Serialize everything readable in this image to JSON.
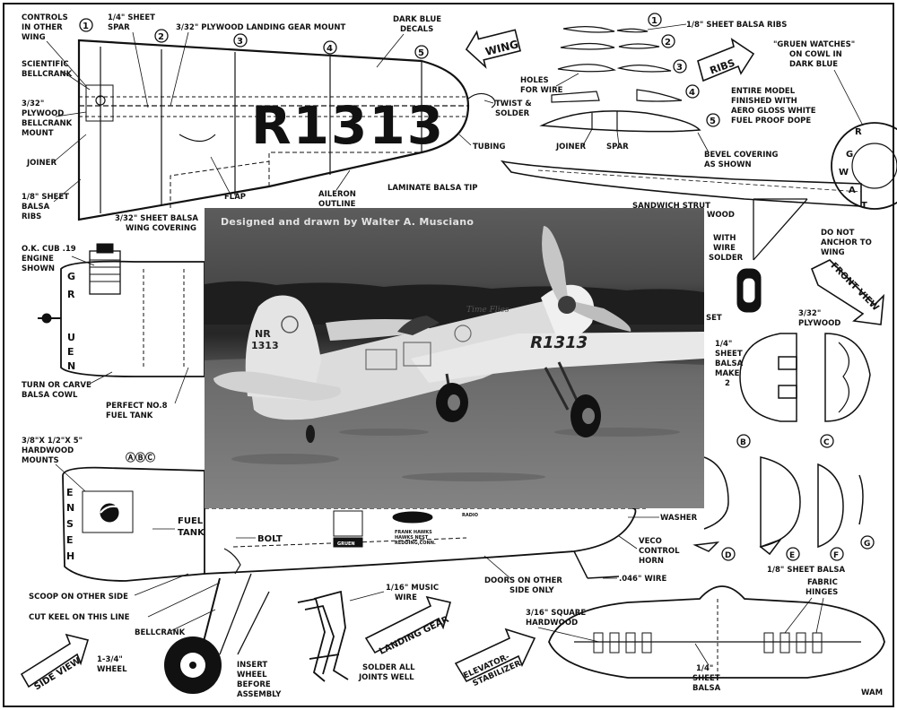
{
  "credit": "Designed and drawn by Walter A. Musciano",
  "plan_labels": {
    "controls": "CONTROLS",
    "in_other": "IN OTHER",
    "wing_small": "WING",
    "sheet_spar_1": "1/4\" SHEET",
    "sheet_spar_2": "SPAR",
    "plywood_lg_mount": "3/32\" PLYWOOD LANDING GEAR MOUNT",
    "dark_blue": "DARK BLUE",
    "decals": "DECALS",
    "wing_arrow": "WING",
    "scientific": "SCIENTIFIC",
    "bellcrank_top": "BELLCRANK",
    "ply32": "3/32\"",
    "plywood": "PLYWOOD",
    "bellcrank2": "BELLCRANK",
    "mount": "MOUNT",
    "joiner_left": "JOINER",
    "sheet18": "1/8\" SHEET",
    "balsa": "BALSA",
    "ribs_lower": "RIBS",
    "wing_covering_1": "3/32\" SHEET BALSA",
    "wing_covering_2": "WING COVERING",
    "flap": "FLAP",
    "aileron_1": "AILERON",
    "aileron_2": "OUTLINE",
    "laminate_tip": "LAMINATE BALSA TIP",
    "tubing": "TUBING",
    "twist_1": "TWIST &",
    "twist_2": "SOLDER",
    "wing_reg": "R1313",
    "ribs_title": "1/8\" SHEET BALSA RIBS",
    "holes_1": "HOLES",
    "holes_2": "FOR WIRE",
    "ribs_arrow": "RIBS",
    "joiner_rib": "JOINER",
    "spar_rib": "SPAR",
    "bevel_1": "BEVEL COVERING",
    "bevel_2": "AS SHOWN",
    "gruen_1": "\"GRUEN WATCHES\"",
    "gruen_2": "ON COWL IN",
    "gruen_3": "DARK BLUE",
    "finish_1": "ENTIRE MODEL",
    "finish_2": "FINISHED WITH",
    "finish_3": "AERO GLOSS WHITE",
    "finish_4": "FUEL PROOF DOPE",
    "sandwich_strut": "SANDWICH STRUT",
    "with": "WITH",
    "wire_r": "WIRE",
    "solder_r": "SOLDER",
    "wood_r": "WOOD",
    "do_not_1": "DO NOT",
    "do_not_2": "ANCHOR TO",
    "do_not_3": "WING",
    "front_view": "FRONT VIEW",
    "cub_1": "O.K. CUB .19",
    "cub_2": "ENGINE",
    "cub_3": "SHOWN",
    "turn_1": "TURN OR CARVE",
    "turn_2": "BALSA COWL",
    "perfect_1": "PERFECT NO.8",
    "perfect_2": "FUEL TANK",
    "set_r": "SET",
    "ply_r_1": "3/32\"",
    "ply_r_2": "PLYWOOD",
    "sheet14_1": "1/4\"",
    "sheet14_2": "SHEET",
    "sheet14_3": "BALSA",
    "sheet14_4": "MAKE",
    "sheet14_5": "2",
    "hardwood_1": "3/8\"X 1/2\"X 5\"",
    "hardwood_2": "HARDWOOD",
    "hardwood_3": "MOUNTS",
    "fuel_1": "FUEL",
    "fuel_2": "TANK",
    "bolt": "BOLT",
    "washer": "WASHER",
    "veco_1": "VECO",
    "veco_2": "CONTROL",
    "veco_3": "HORN",
    "sheet_balsa_br": "1/8\" SHEET BALSA",
    "wire046": ".046\" WIRE",
    "doors_1": "DOORS ON OTHER",
    "doors_2": "SIDE ONLY",
    "music_1": "1/16\" MUSIC",
    "music_2": "WIRE",
    "scoop": "SCOOP ON OTHER SIDE",
    "keel": "CUT KEEL ON THIS LINE",
    "bellcrank_low": "BELLCRANK",
    "side_view": "SIDE VIEW",
    "wheel_1": "1-3/4\"",
    "wheel_2": "WHEEL",
    "insert_1": "INSERT",
    "insert_2": "WHEEL",
    "insert_3": "BEFORE",
    "insert_4": "ASSEMBLY",
    "landing_gear": "LANDING GEAR",
    "solder_1": "SOLDER ALL",
    "solder_2": "JOINTS WELL",
    "elevator_1": "ELEVATOR-",
    "elevator_2": "STABILIZER",
    "sq_1": "3/16\" SQUARE",
    "sq_2": "HARDWOOD",
    "fabric_1": "FABRIC",
    "fabric_2": "HINGES",
    "stab_1": "1/4\"",
    "stab_2": "SHEET",
    "stab_3": "BALSA",
    "wam": "WAM",
    "letters_abc": "ⒶⒷⒸ",
    "b": "B",
    "c": "C",
    "d": "D",
    "e": "E",
    "f": "F",
    "g": "G",
    "n1": "1",
    "n2": "2",
    "n3": "3",
    "n4": "4",
    "n5": "5",
    "gruen_side": "GRUEN",
    "frank_1": "FRANK HAWKS",
    "frank_2": "HAWKS NEST",
    "frank_3": "REDDING,CONN.",
    "radio": "RADIO",
    "cowl_l1": "G",
    "cowl_l2": "R",
    "cowl_l3": "U",
    "cowl_l4": "E",
    "cowl_l5": "N",
    "front_g": "G",
    "front_r": "R",
    "front_w": "W",
    "front_a": "A",
    "front_t": "T"
  },
  "photo_labels": {
    "tail_reg_1": "NR",
    "tail_reg_2": "1313",
    "wing_reg": "R1313",
    "cowl_script": "Time Flies"
  }
}
